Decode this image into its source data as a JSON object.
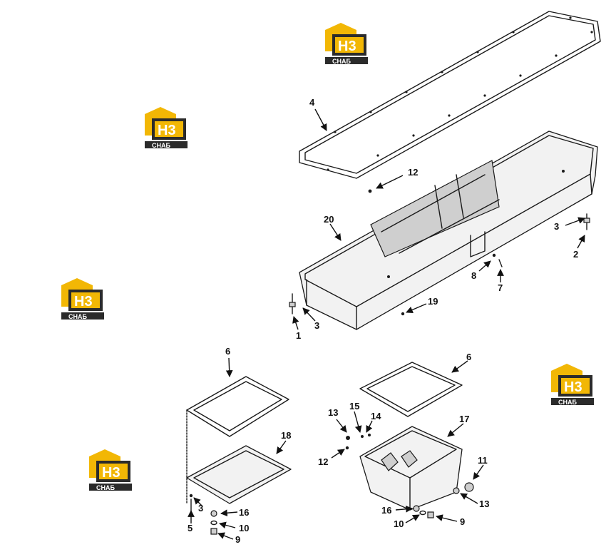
{
  "watermark": {
    "logo_letters": "H3",
    "logo_caption": "СНАБ",
    "colors": {
      "yellow": "#f2b705",
      "dark": "#2b2b2b",
      "white": "#ffffff"
    },
    "icon": "watermark-logo-icon"
  },
  "callouts": [
    {
      "id": "c4",
      "label": "4"
    },
    {
      "id": "c12a",
      "label": "12"
    },
    {
      "id": "c20",
      "label": "20"
    },
    {
      "id": "c3a",
      "label": "3"
    },
    {
      "id": "c2",
      "label": "2"
    },
    {
      "id": "c8",
      "label": "8"
    },
    {
      "id": "c7",
      "label": "7"
    },
    {
      "id": "c19",
      "label": "19"
    },
    {
      "id": "c1",
      "label": "1"
    },
    {
      "id": "c3b",
      "label": "3"
    },
    {
      "id": "c6a",
      "label": "6"
    },
    {
      "id": "c6b",
      "label": "6"
    },
    {
      "id": "c18",
      "label": "18"
    },
    {
      "id": "c13a",
      "label": "13"
    },
    {
      "id": "c15",
      "label": "15"
    },
    {
      "id": "c14",
      "label": "14"
    },
    {
      "id": "c17",
      "label": "17"
    },
    {
      "id": "c12b",
      "label": "12"
    },
    {
      "id": "c11",
      "label": "11"
    },
    {
      "id": "c13b",
      "label": "13"
    },
    {
      "id": "c3c",
      "label": "3"
    },
    {
      "id": "c16a",
      "label": "16"
    },
    {
      "id": "c5",
      "label": "5"
    },
    {
      "id": "c10a",
      "label": "10"
    },
    {
      "id": "c9a",
      "label": "9"
    },
    {
      "id": "c16b",
      "label": "16"
    },
    {
      "id": "c10b",
      "label": "10"
    },
    {
      "id": "c9b",
      "label": "9"
    }
  ]
}
